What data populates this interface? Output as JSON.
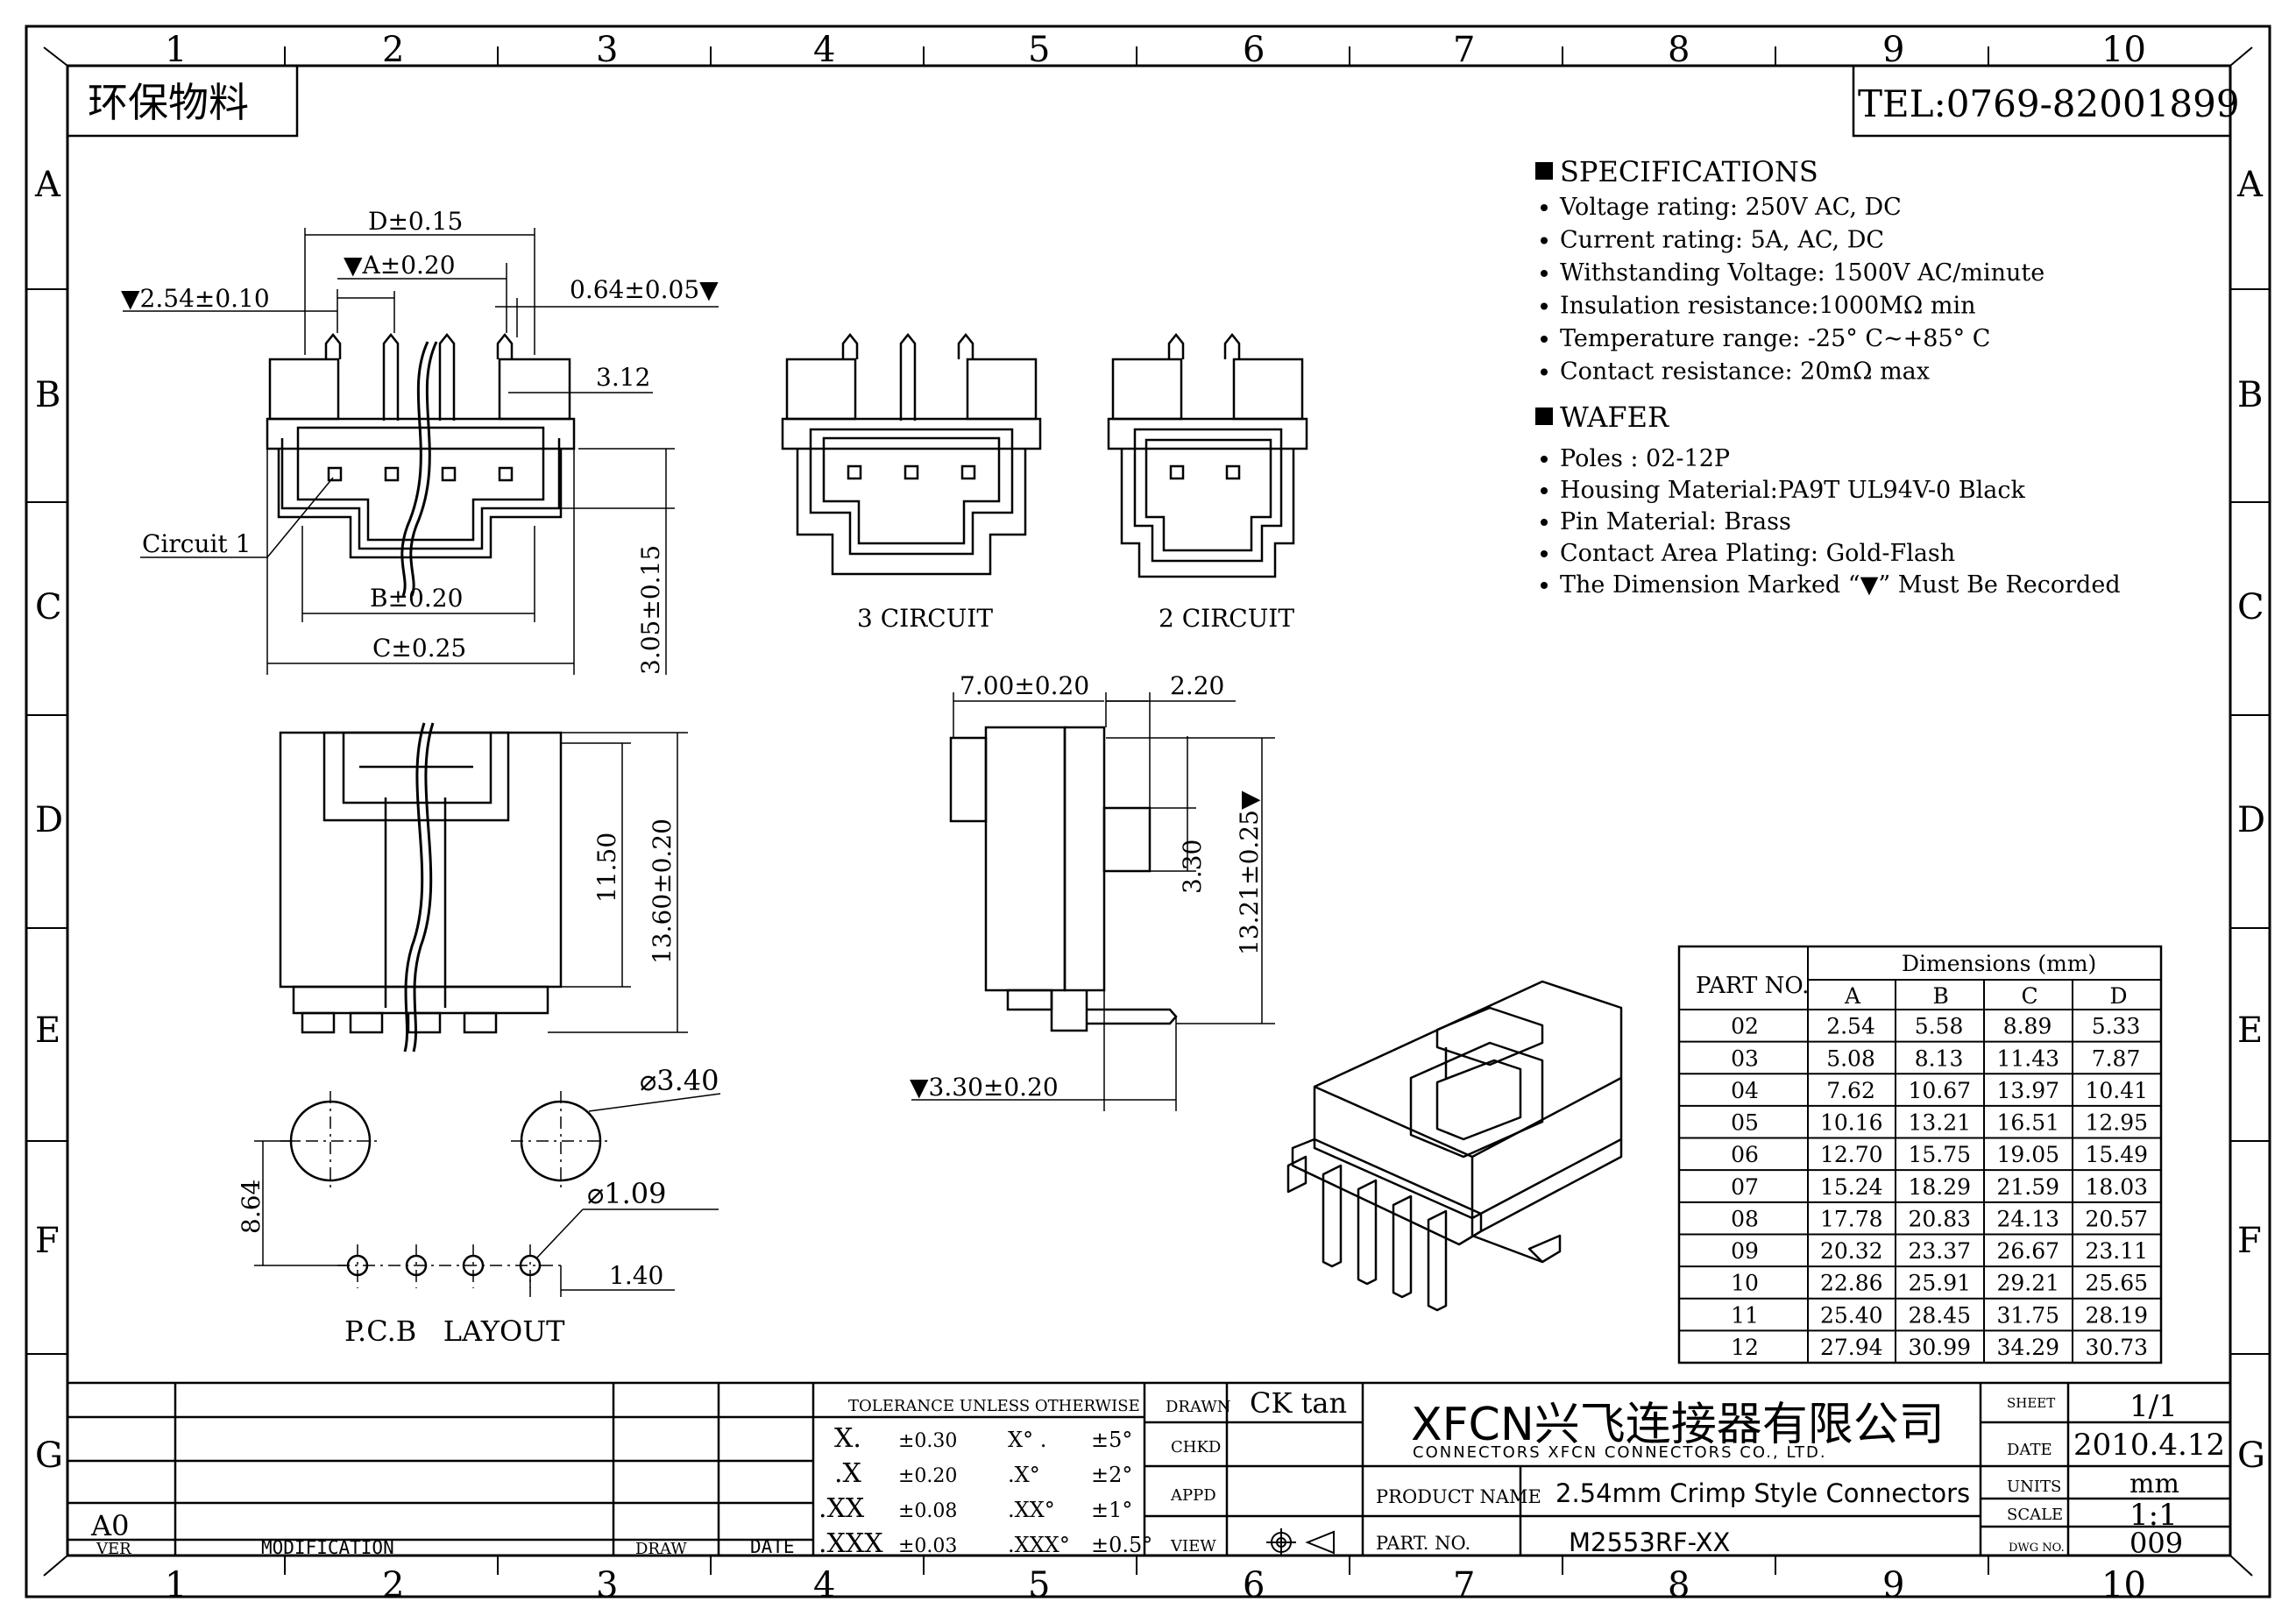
{
  "header": {
    "eco_label": "环保物料",
    "tel": "TEL:0769-82001899"
  },
  "grid": {
    "columns": [
      "1",
      "2",
      "3",
      "4",
      "5",
      "6",
      "7",
      "8",
      "9",
      "10"
    ],
    "rows": [
      "A",
      "B",
      "C",
      "D",
      "E",
      "F",
      "G"
    ]
  },
  "specifications": {
    "title": "SPECIFICATIONS",
    "items": [
      "Voltage rating: 250V AC, DC",
      "Current rating: 5A, AC, DC",
      "Withstanding Voltage: 1500V AC/minute",
      "Insulation resistance:1000MΩ min",
      "Temperature range: -25° C~+85° C",
      "Contact resistance: 20mΩ max"
    ]
  },
  "wafer": {
    "title": "WAFER",
    "items": [
      "Poles : 02-12P",
      "Housing Material:PA9T UL94V-0 Black",
      "Pin Material: Brass",
      "Contact Area Plating: Gold-Flash",
      "The Dimension Marked “▼” Must Be Recorded"
    ]
  },
  "front_view": {
    "dim_d": "D±0.15",
    "dim_a": "▼A±0.20",
    "dim_pitch": "▼2.54±0.10",
    "dim_pin": "0.64±0.05▼",
    "dim_312": "3.12",
    "circuit_label": "Circuit 1",
    "dim_b": "B±0.20",
    "dim_c": "C±0.25",
    "dim_305": "3.05±0.15"
  },
  "circuit_views": {
    "three": "3 CIRCUIT",
    "two": "2 CIRCUIT"
  },
  "back_view": {
    "dim_1150": "11.50",
    "dim_1360": "13.60±0.20"
  },
  "side_view": {
    "dim_700": "7.00±0.20",
    "dim_220": "2.20",
    "dim_330": "3.30",
    "dim_1321": "13.21±0.25▼",
    "dim_330b": "▼3.30±0.20"
  },
  "pcb_layout": {
    "dim_340": "⌀3.40",
    "dim_109": "⌀1.09",
    "dim_864": "8.64",
    "dim_140": "1.40",
    "label": "P.C.B   LAYOUT"
  },
  "dimensions_table": {
    "title": "Dimensions (mm)",
    "part_header": "PART NO.",
    "columns": [
      "A",
      "B",
      "C",
      "D"
    ],
    "rows": [
      [
        "02",
        "2.54",
        "5.58",
        "8.89",
        "5.33"
      ],
      [
        "03",
        "5.08",
        "8.13",
        "11.43",
        "7.87"
      ],
      [
        "04",
        "7.62",
        "10.67",
        "13.97",
        "10.41"
      ],
      [
        "05",
        "10.16",
        "13.21",
        "16.51",
        "12.95"
      ],
      [
        "06",
        "12.70",
        "15.75",
        "19.05",
        "15.49"
      ],
      [
        "07",
        "15.24",
        "18.29",
        "21.59",
        "18.03"
      ],
      [
        "08",
        "17.78",
        "20.83",
        "24.13",
        "20.57"
      ],
      [
        "09",
        "20.32",
        "23.37",
        "26.67",
        "23.11"
      ],
      [
        "10",
        "22.86",
        "25.91",
        "29.21",
        "25.65"
      ],
      [
        "11",
        "25.40",
        "28.45",
        "31.75",
        "28.19"
      ],
      [
        "12",
        "27.94",
        "30.99",
        "34.29",
        "30.73"
      ]
    ]
  },
  "title_block": {
    "revision": "A0",
    "ver": "VER",
    "modification": "MODIFICATION",
    "draw": "DRAW",
    "date": "DATE",
    "tolerance_title": "TOLERANCE UNLESS OTHERWISE",
    "tolerances": [
      [
        "X.",
        "±0.30",
        "X° .",
        "±5°"
      ],
      [
        ".X",
        "±0.20",
        ".X°",
        "±2°"
      ],
      [
        ".XX",
        "±0.08",
        ".XX°",
        "±1°"
      ],
      [
        ".XXX",
        "±0.03",
        ".XXX°",
        "±0.5°"
      ]
    ],
    "drawn_label": "DRAWN",
    "drawn_value": "CK tan",
    "chkd_label": "CHKD",
    "appd_label": "APPD",
    "view_label": "VIEW",
    "company_brand": "XFCN兴飞连接器有限公司",
    "company_sub": "CONNECTORS XFCN CONNECTORS CO., LTD.",
    "product_name_label": "PRODUCT NAME",
    "product_name": "2.54mm Crimp Style Connectors",
    "part_no_label": "PART. NO.",
    "part_no": "M2553RF-XX",
    "sheet_label": "SHEET",
    "sheet": "1/1",
    "date_label": "DATE",
    "date_value": "2010.4.12",
    "units_label": "UNITS",
    "units": "mm",
    "scale_label": "SCALE",
    "scale": "1:1",
    "dwg_label": "DWG NO.",
    "dwg_no": "009"
  }
}
